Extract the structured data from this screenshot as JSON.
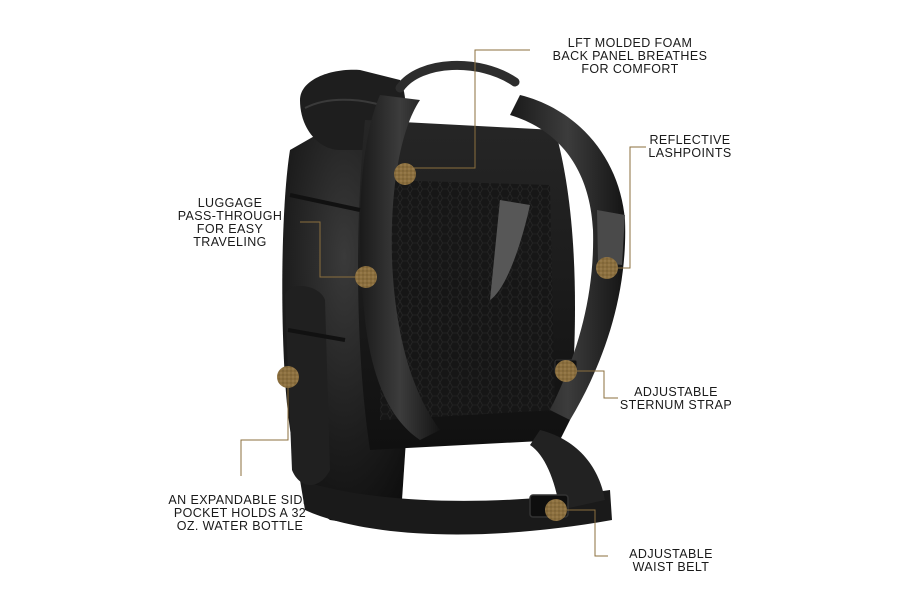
{
  "accent_color": "#8b6f3e",
  "callouts": {
    "back_panel": [
      "LFT MOLDED FOAM",
      "BACK PANEL BREATHES",
      "FOR COMFORT"
    ],
    "lashpoints": [
      "REFLECTIVE",
      "LASHPOINTS"
    ],
    "luggage": [
      "LUGGAGE",
      "PASS-THROUGH",
      "FOR EASY",
      "TRAVELING"
    ],
    "sternum": [
      "ADJUSTABLE",
      "STERNUM STRAP"
    ],
    "side_pocket": [
      "AN EXPANDABLE SIDE",
      "POCKET HOLDS A 32",
      "OZ. WATER BOTTLE"
    ],
    "waist_belt": [
      "ADJUSTABLE",
      "WAIST BELT"
    ]
  }
}
